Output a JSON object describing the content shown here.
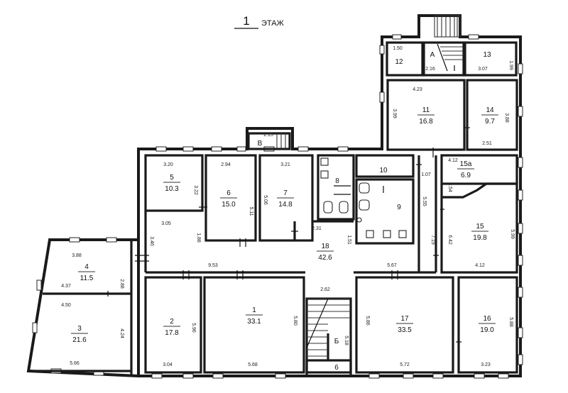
{
  "title": {
    "number": "1",
    "label": "ЭТАЖ"
  },
  "rooms": [
    {
      "id": "r1",
      "num": "1",
      "area": "33.1"
    },
    {
      "id": "r2",
      "num": "2",
      "area": "17.8"
    },
    {
      "id": "r3",
      "num": "3",
      "area": "21.6"
    },
    {
      "id": "r4",
      "num": "4",
      "area": "11.5"
    },
    {
      "id": "r5",
      "num": "5",
      "area": "10.3"
    },
    {
      "id": "r6",
      "num": "6",
      "area": "15.0"
    },
    {
      "id": "r7",
      "num": "7",
      "area": "14.8"
    },
    {
      "id": "r8",
      "num": "8",
      "area": ""
    },
    {
      "id": "r9",
      "num": "9",
      "area": ""
    },
    {
      "id": "r10",
      "num": "10",
      "area": ""
    },
    {
      "id": "r11",
      "num": "11",
      "area": "16.8"
    },
    {
      "id": "r12",
      "num": "12",
      "area": ""
    },
    {
      "id": "r13",
      "num": "13",
      "area": ""
    },
    {
      "id": "r14",
      "num": "14",
      "area": "9.7"
    },
    {
      "id": "r15",
      "num": "15",
      "area": "19.8"
    },
    {
      "id": "r15a",
      "num": "15a",
      "area": "6.9"
    },
    {
      "id": "r16",
      "num": "16",
      "area": "19.0"
    },
    {
      "id": "r17",
      "num": "17",
      "area": "33.5"
    },
    {
      "id": "r18",
      "num": "18",
      "area": "42.6"
    },
    {
      "id": "rA",
      "num": "A",
      "area": ""
    },
    {
      "id": "rB",
      "num": "Б",
      "area": ""
    },
    {
      "id": "rV",
      "num": "В",
      "area": ""
    },
    {
      "id": "rG",
      "num": "6",
      "area": ""
    }
  ],
  "dimensions": [
    "3.20",
    "3.22",
    "2.94",
    "5.11",
    "3.21",
    "5.06",
    "3.05",
    "1.88",
    "3.46",
    "2.31",
    "1.51",
    "9.53",
    "5.67",
    "7.19",
    "3.88",
    "4.37",
    "2.88",
    "4.50",
    "4.24",
    "5.66",
    "5.96",
    "3.04",
    "5.68",
    "5.80",
    "2.62",
    "5.18",
    "5.86",
    "5.72",
    "5.88",
    "3.23",
    "4.12",
    "3.54",
    "6.42",
    "5.99",
    "4.12",
    "1.07",
    "5.55",
    "2.51",
    "3.88",
    "3.99",
    "4.23",
    "1.50",
    "2.16",
    "3.07",
    "1.99",
    "2.15"
  ]
}
